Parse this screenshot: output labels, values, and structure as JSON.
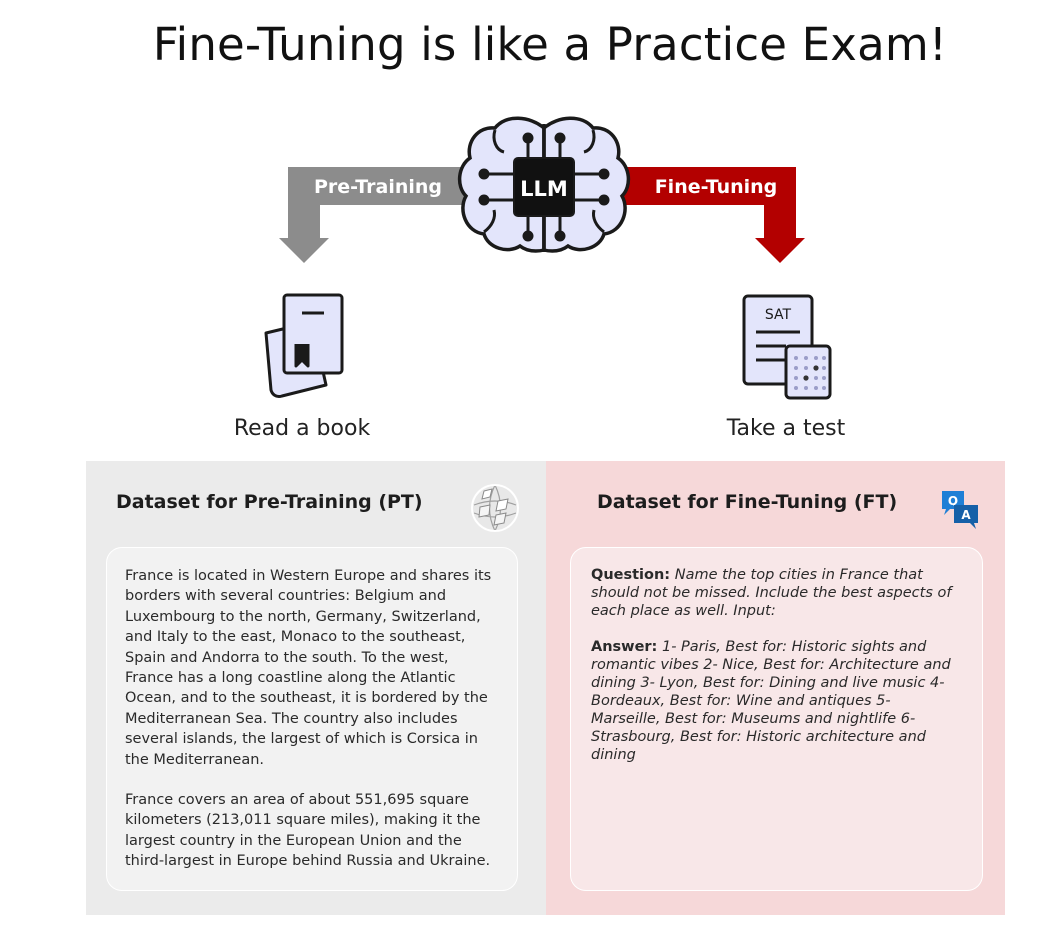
{
  "title": "Fine-Tuning is like a Practice Exam!",
  "diagram": {
    "center_label": "LLM",
    "left_arrow_label": "Pre-Training",
    "right_arrow_label": "Fine-Tuning",
    "left_caption": "Read a book",
    "right_caption": "Take a test",
    "test_icon_label": "SAT",
    "colors": {
      "left_arrow": "#8c8c8c",
      "right_arrow": "#b30000",
      "brain_fill": "#e3e5fb",
      "chip_fill": "#111111"
    }
  },
  "left_panel": {
    "title": "Dataset for Pre-Training (PT)",
    "icon": "wikipedia-globe-icon",
    "paragraphs": [
      "France is located in Western Europe and shares its borders with several countries: Belgium and Luxembourg to the north, Germany, Switzerland, and Italy to the east, Monaco to the southeast, Spain and Andorra to the south. To the west, France has a long coastline along the Atlantic Ocean, and to the southeast, it is bordered by the Mediterranean Sea. The country also includes several islands, the largest of which is Corsica in the Mediterranean.",
      "France covers an area of about 551,695 square kilometers (213,011 square miles), making it the largest country in the European Union and the third-largest in Europe behind Russia and Ukraine."
    ]
  },
  "right_panel": {
    "title": "Dataset for Fine-Tuning (FT)",
    "icon": "qa-chat-icon",
    "icon_letters": [
      "Q",
      "A"
    ],
    "question_label": "Question:",
    "question_text": " Name the top cities in France that should not be missed. Include the best aspects of each place as well. Input:",
    "answer_label": "Answer:",
    "answer_text": " 1- Paris, Best for: Historic sights and romantic vibes 2- Nice, Best for: Architecture and dining 3- Lyon, Best for: Dining and live music 4- Bordeaux, Best for: Wine and antiques 5- Marseille, Best for: Museums and nightlife 6- Strasbourg, Best for: Historic architecture and dining"
  }
}
